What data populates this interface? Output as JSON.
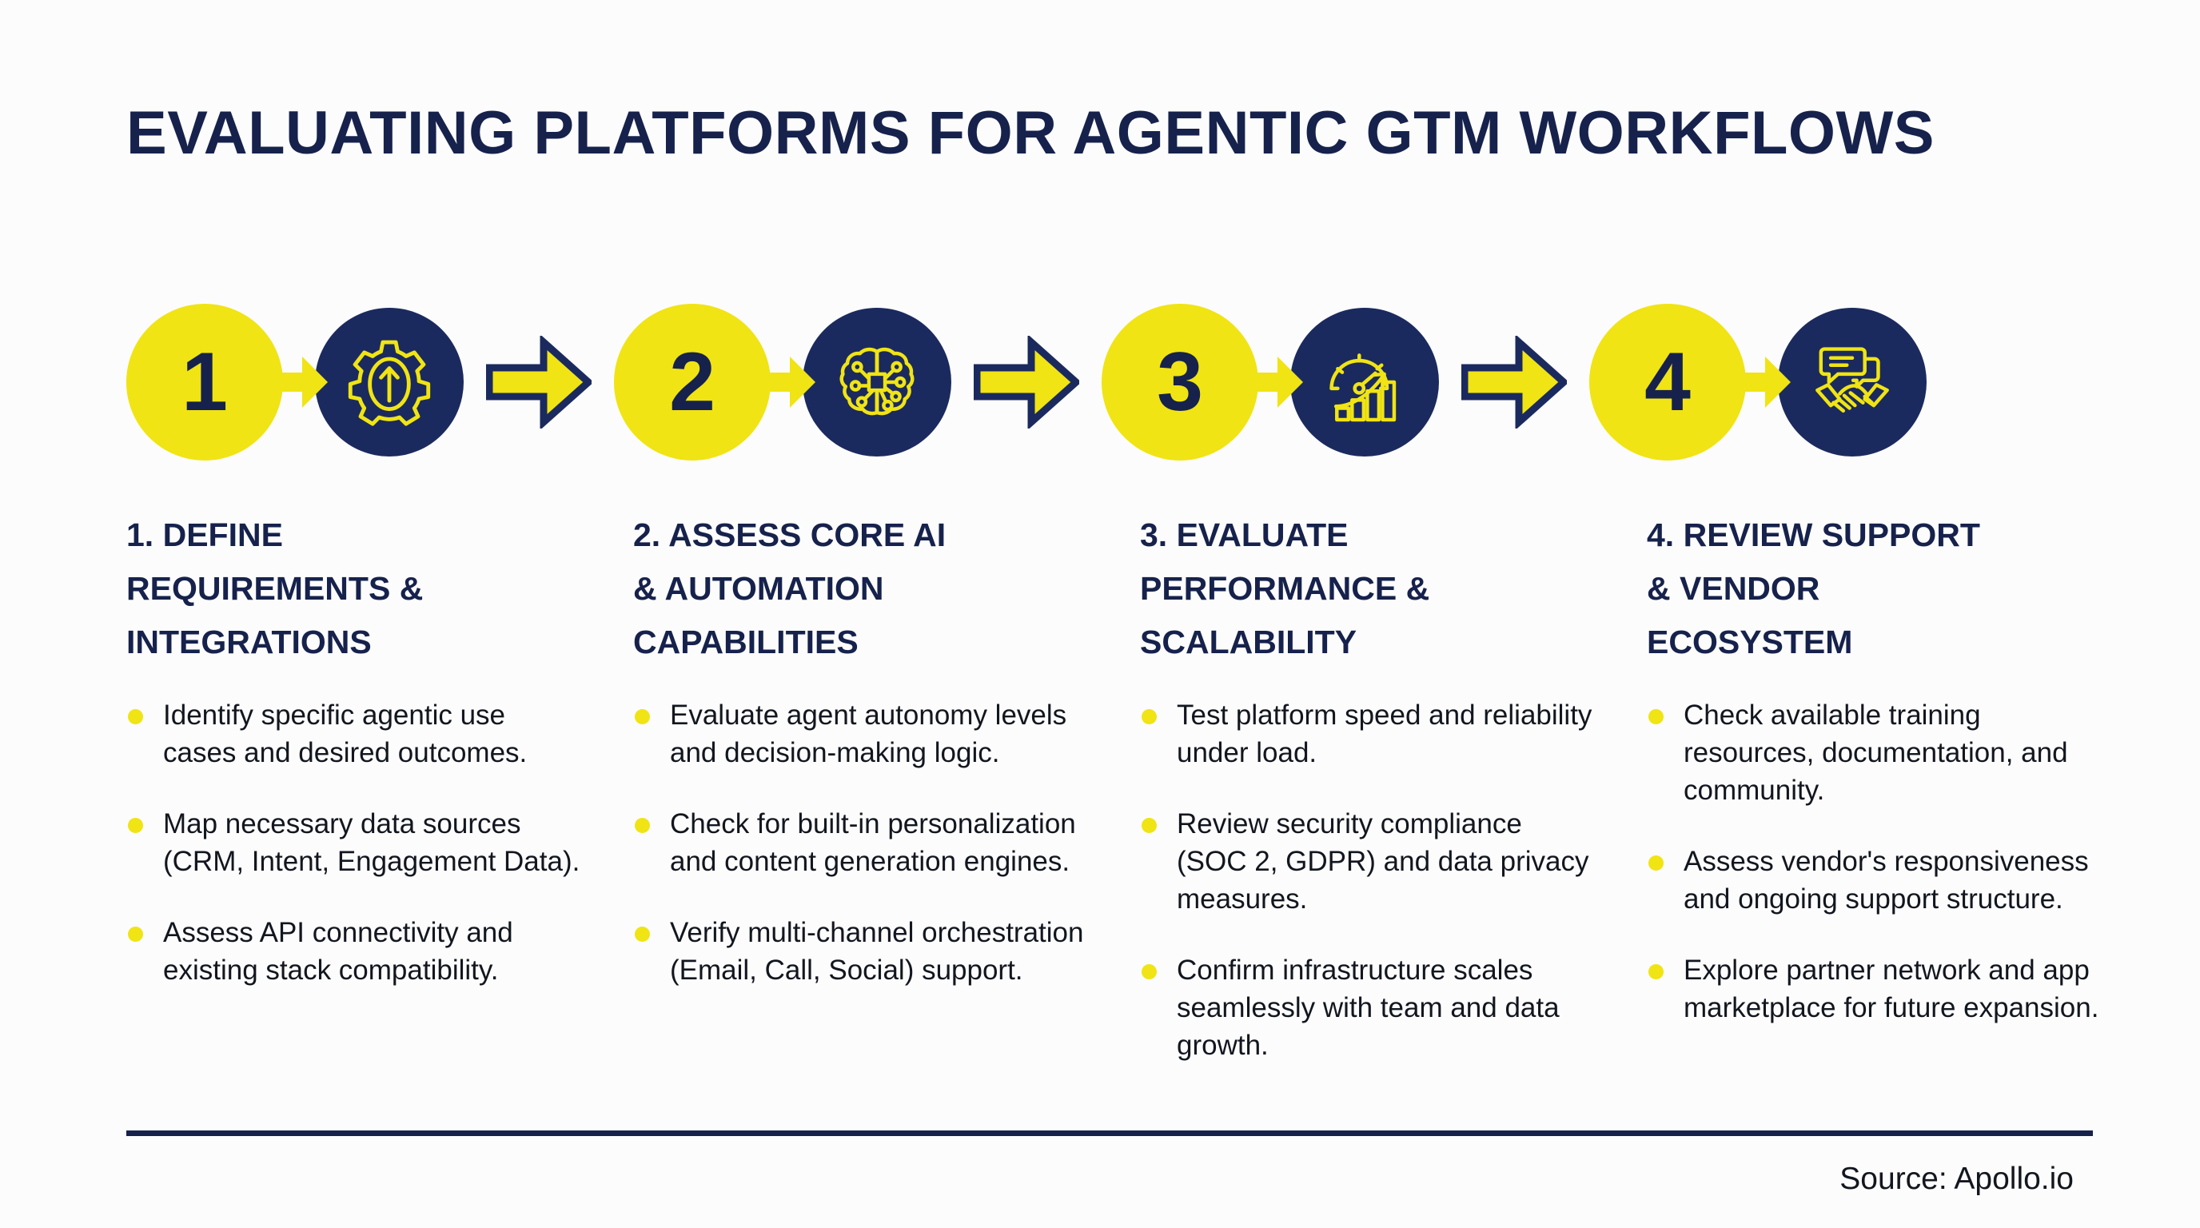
{
  "title": "EVALUATING PLATFORMS FOR AGENTIC GTM WORKFLOWS",
  "colors": {
    "yellow": "#f0e414",
    "navy": "#1b2a5e",
    "title_navy": "#16224c",
    "body_text": "#12161f",
    "background": "#fcfcfc"
  },
  "steps": [
    {
      "number": "1",
      "icon": "gear-growth-icon",
      "heading_lines": [
        "1. DEFINE",
        "REQUIREMENTS &",
        "INTEGRATIONS"
      ],
      "bullets": [
        "Identify specific agentic use cases and desired outcomes.",
        "Map necessary data sources (CRM, Intent, Engagement Data).",
        "Assess API connectivity and existing stack compatibility."
      ]
    },
    {
      "number": "2",
      "icon": "ai-brain-circuit-icon",
      "heading_lines": [
        "2. ASSESS CORE AI",
        "& AUTOMATION",
        "CAPABILITIES"
      ],
      "bullets": [
        "Evaluate agent autonomy levels and decision-making logic.",
        "Check for built-in personalization and content generation engines.",
        "Verify multi-channel orchestration (Email, Call, Social) support."
      ]
    },
    {
      "number": "3",
      "icon": "performance-gauge-chart-icon",
      "heading_lines": [
        "3. EVALUATE",
        "PERFORMANCE &",
        "SCALABILITY"
      ],
      "bullets": [
        "Test platform speed and reliability under load.",
        "Review security compliance (SOC 2, GDPR) and data privacy measures.",
        "Confirm infrastructure scales seamlessly with team and data growth."
      ]
    },
    {
      "number": "4",
      "icon": "handshake-support-icon",
      "heading_lines": [
        "4. REVIEW SUPPORT",
        "& VENDOR",
        "ECOSYSTEM"
      ],
      "bullets": [
        "Check available training resources, documentation, and community.",
        "Assess vendor's responsiveness and ongoing support structure.",
        "Explore partner network and app marketplace for future expansion."
      ]
    }
  ],
  "footer": {
    "source": "Source: Apollo.io"
  }
}
